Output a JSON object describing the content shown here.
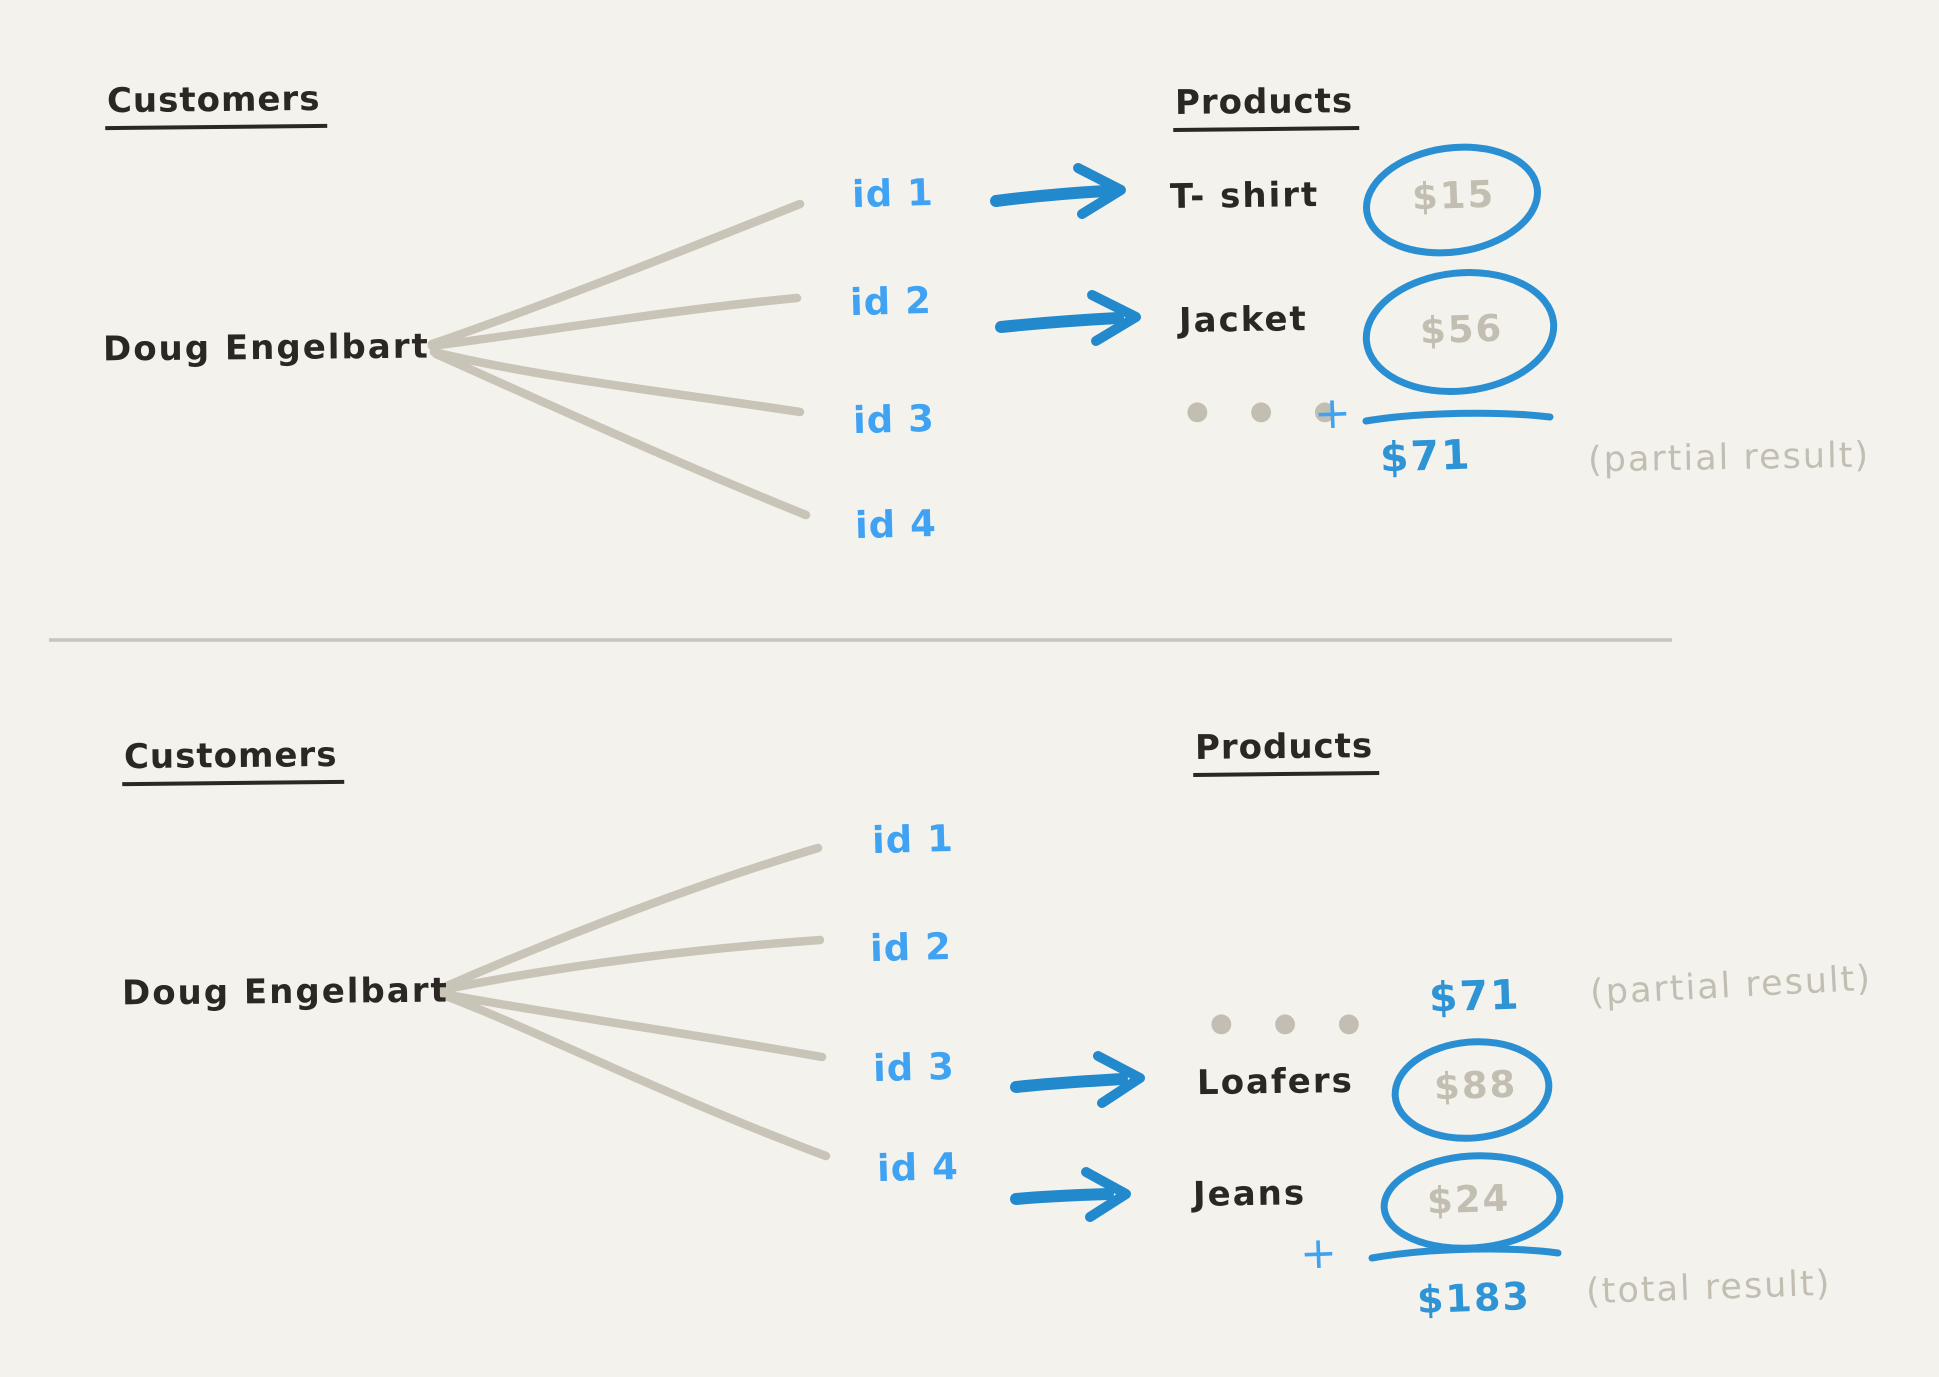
{
  "colors": {
    "background": "#f4f2ec",
    "ink_black": "#2b2823",
    "ink_blue": "#2189cc",
    "id_blue": "#3fa2f2",
    "stroke_gray": "#c8c4b8",
    "text_gray": "#c2beb2"
  },
  "top_panel": {
    "customers_heading": "Customers",
    "customer_name": "Doug Engelbart",
    "products_heading": "Products",
    "ids": [
      "id 1",
      "id 2",
      "id 3",
      "id 4"
    ],
    "products": {
      "row1_name": "T- shirt",
      "row1_price": "$15",
      "row2_name": "Jacket",
      "row2_price": "$56"
    },
    "ellipsis": "● ● ●",
    "plus_sign": "+",
    "partial_sum": "$71",
    "partial_label": "(partial result)"
  },
  "bottom_panel": {
    "customers_heading": "Customers",
    "customer_name": "Doug Engelbart",
    "products_heading": "Products",
    "ids": [
      "id 1",
      "id 2",
      "id 3",
      "id 4"
    ],
    "ellipsis": "● ● ●",
    "carryover_sum": "$71",
    "carryover_label": "(partial result)",
    "products": {
      "row3_name": "Loafers",
      "row3_price": "$88",
      "row4_name": "Jeans",
      "row4_price": "$24"
    },
    "plus_sign": "+",
    "total_sum": "$183",
    "total_label": "(total result)"
  }
}
